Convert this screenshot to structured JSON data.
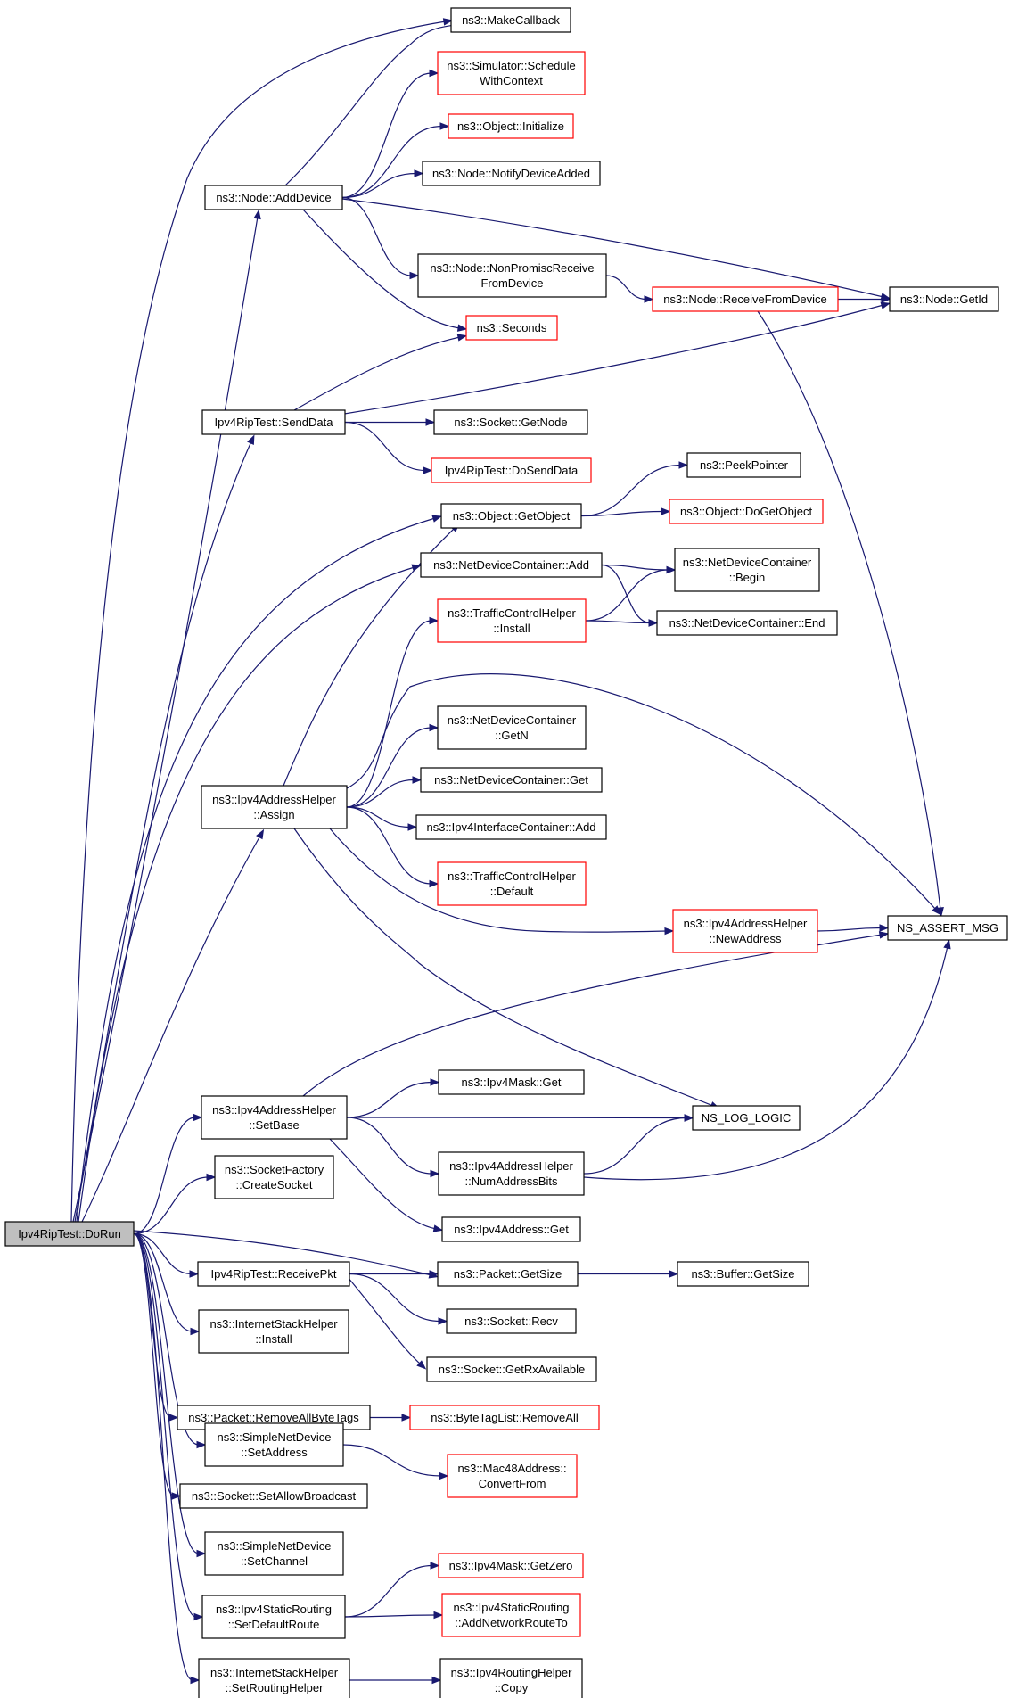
{
  "graph": {
    "root": "Ipv4RipTest::DoRun",
    "nodes": {
      "dorun": {
        "lines": [
          "Ipv4RipTest::DoRun"
        ],
        "style": "root"
      },
      "makecallback": {
        "lines": [
          "ns3::MakeCallback"
        ],
        "style": "black"
      },
      "schedule": {
        "lines": [
          "ns3::Simulator::Schedule",
          "WithContext"
        ],
        "style": "red"
      },
      "initialize": {
        "lines": [
          "ns3::Object::Initialize"
        ],
        "style": "red"
      },
      "notifydev": {
        "lines": [
          "ns3::Node::NotifyDeviceAdded"
        ],
        "style": "black"
      },
      "adddevice": {
        "lines": [
          "ns3::Node::AddDevice"
        ],
        "style": "black"
      },
      "nonpromisc": {
        "lines": [
          "ns3::Node::NonPromiscReceive",
          "FromDevice"
        ],
        "style": "black"
      },
      "recvfromdev": {
        "lines": [
          "ns3::Node::ReceiveFromDevice"
        ],
        "style": "red"
      },
      "getid": {
        "lines": [
          "ns3::Node::GetId"
        ],
        "style": "black"
      },
      "seconds": {
        "lines": [
          "ns3::Seconds"
        ],
        "style": "red"
      },
      "senddata": {
        "lines": [
          "Ipv4RipTest::SendData"
        ],
        "style": "black"
      },
      "sockgetnode": {
        "lines": [
          "ns3::Socket::GetNode"
        ],
        "style": "black"
      },
      "dosenddata": {
        "lines": [
          "Ipv4RipTest::DoSendData"
        ],
        "style": "red"
      },
      "peekpointer": {
        "lines": [
          "ns3::PeekPointer"
        ],
        "style": "black"
      },
      "getobject": {
        "lines": [
          "ns3::Object::GetObject"
        ],
        "style": "black"
      },
      "dogetobject": {
        "lines": [
          "ns3::Object::DoGetObject"
        ],
        "style": "red"
      },
      "ndcadd": {
        "lines": [
          "ns3::NetDeviceContainer::Add"
        ],
        "style": "black"
      },
      "ndcbegin": {
        "lines": [
          "ns3::NetDeviceContainer",
          "::Begin"
        ],
        "style": "black"
      },
      "tchinstall": {
        "lines": [
          "ns3::TrafficControlHelper",
          "::Install"
        ],
        "style": "red"
      },
      "ndcend": {
        "lines": [
          "ns3::NetDeviceContainer::End"
        ],
        "style": "black"
      },
      "ndcgetn": {
        "lines": [
          "ns3::NetDeviceContainer",
          "::GetN"
        ],
        "style": "black"
      },
      "assign": {
        "lines": [
          "ns3::Ipv4AddressHelper",
          "::Assign"
        ],
        "style": "black"
      },
      "ndcget": {
        "lines": [
          "ns3::NetDeviceContainer::Get"
        ],
        "style": "black"
      },
      "iicadd": {
        "lines": [
          "ns3::Ipv4InterfaceContainer::Add"
        ],
        "style": "black"
      },
      "tchdefault": {
        "lines": [
          "ns3::TrafficControlHelper",
          "::Default"
        ],
        "style": "red"
      },
      "newaddress": {
        "lines": [
          "ns3::Ipv4AddressHelper",
          "::NewAddress"
        ],
        "style": "red"
      },
      "assertmsg": {
        "lines": [
          "NS_ASSERT_MSG"
        ],
        "style": "black"
      },
      "maskget": {
        "lines": [
          "ns3::Ipv4Mask::Get"
        ],
        "style": "black"
      },
      "setbase": {
        "lines": [
          "ns3::Ipv4AddressHelper",
          "::SetBase"
        ],
        "style": "black"
      },
      "loglogic": {
        "lines": [
          "NS_LOG_LOGIC"
        ],
        "style": "black"
      },
      "sockfactory": {
        "lines": [
          "ns3::SocketFactory",
          "::CreateSocket"
        ],
        "style": "black"
      },
      "numaddrbits": {
        "lines": [
          "ns3::Ipv4AddressHelper",
          "::NumAddressBits"
        ],
        "style": "black"
      },
      "addrget": {
        "lines": [
          "ns3::Ipv4Address::Get"
        ],
        "style": "black"
      },
      "receivepkt": {
        "lines": [
          "Ipv4RipTest::ReceivePkt"
        ],
        "style": "black"
      },
      "pktgetsize": {
        "lines": [
          "ns3::Packet::GetSize"
        ],
        "style": "black"
      },
      "bufgetsize": {
        "lines": [
          "ns3::Buffer::GetSize"
        ],
        "style": "black"
      },
      "sockrecv": {
        "lines": [
          "ns3::Socket::Recv"
        ],
        "style": "black"
      },
      "ishinstall": {
        "lines": [
          "ns3::InternetStackHelper",
          "::Install"
        ],
        "style": "black"
      },
      "getrxavail": {
        "lines": [
          "ns3::Socket::GetRxAvailable"
        ],
        "style": "black"
      },
      "removebytetags": {
        "lines": [
          "ns3::Packet::RemoveAllByteTags"
        ],
        "style": "black"
      },
      "btlremoveall": {
        "lines": [
          "ns3::ByteTagList::RemoveAll"
        ],
        "style": "red"
      },
      "snsetaddress": {
        "lines": [
          "ns3::SimpleNetDevice",
          "::SetAddress"
        ],
        "style": "black"
      },
      "convertfrom": {
        "lines": [
          "ns3::Mac48Address::",
          "ConvertFrom"
        ],
        "style": "red"
      },
      "setallowbc": {
        "lines": [
          "ns3::Socket::SetAllowBroadcast"
        ],
        "style": "black"
      },
      "snsetchannel": {
        "lines": [
          "ns3::SimpleNetDevice",
          "::SetChannel"
        ],
        "style": "black"
      },
      "getzero": {
        "lines": [
          "ns3::Ipv4Mask::GetZero"
        ],
        "style": "red"
      },
      "setdefroute": {
        "lines": [
          "ns3::Ipv4StaticRouting",
          "::SetDefaultRoute"
        ],
        "style": "black"
      },
      "addnetroute": {
        "lines": [
          "ns3::Ipv4StaticRouting",
          "::AddNetworkRouteTo"
        ],
        "style": "red"
      },
      "setroutinghelper": {
        "lines": [
          "ns3::InternetStackHelper",
          "::SetRoutingHelper"
        ],
        "style": "black"
      },
      "rhcopy": {
        "lines": [
          "ns3::Ipv4RoutingHelper",
          "::Copy"
        ],
        "style": "black"
      }
    },
    "edges": [
      [
        "dorun",
        "makecallback"
      ],
      [
        "dorun",
        "adddevice"
      ],
      [
        "dorun",
        "senddata"
      ],
      [
        "dorun",
        "getobject"
      ],
      [
        "dorun",
        "ndcadd"
      ],
      [
        "dorun",
        "assign"
      ],
      [
        "dorun",
        "setbase"
      ],
      [
        "dorun",
        "sockfactory"
      ],
      [
        "dorun",
        "pktgetsize"
      ],
      [
        "dorun",
        "receivepkt"
      ],
      [
        "dorun",
        "ishinstall"
      ],
      [
        "dorun",
        "removebytetags"
      ],
      [
        "dorun",
        "snsetaddress"
      ],
      [
        "dorun",
        "setallowbc"
      ],
      [
        "dorun",
        "snsetchannel"
      ],
      [
        "dorun",
        "setdefroute"
      ],
      [
        "dorun",
        "setroutinghelper"
      ],
      [
        "adddevice",
        "makecallback"
      ],
      [
        "adddevice",
        "schedule"
      ],
      [
        "adddevice",
        "initialize"
      ],
      [
        "adddevice",
        "notifydev"
      ],
      [
        "adddevice",
        "nonpromisc"
      ],
      [
        "adddevice",
        "getid"
      ],
      [
        "adddevice",
        "seconds"
      ],
      [
        "nonpromisc",
        "recvfromdev"
      ],
      [
        "recvfromdev",
        "getid"
      ],
      [
        "recvfromdev",
        "assertmsg"
      ],
      [
        "senddata",
        "seconds"
      ],
      [
        "senddata",
        "getid"
      ],
      [
        "senddata",
        "sockgetnode"
      ],
      [
        "senddata",
        "dosenddata"
      ],
      [
        "getobject",
        "peekpointer"
      ],
      [
        "getobject",
        "dogetobject"
      ],
      [
        "ndcadd",
        "ndcbegin"
      ],
      [
        "ndcadd",
        "ndcend"
      ],
      [
        "tchinstall",
        "ndcbegin"
      ],
      [
        "tchinstall",
        "ndcend"
      ],
      [
        "assign",
        "getobject"
      ],
      [
        "assign",
        "tchinstall"
      ],
      [
        "assign",
        "assertmsg"
      ],
      [
        "assign",
        "ndcgetn"
      ],
      [
        "assign",
        "ndcget"
      ],
      [
        "assign",
        "iicadd"
      ],
      [
        "assign",
        "tchdefault"
      ],
      [
        "assign",
        "newaddress"
      ],
      [
        "assign",
        "loglogic"
      ],
      [
        "newaddress",
        "assertmsg"
      ],
      [
        "setbase",
        "assertmsg"
      ],
      [
        "setbase",
        "maskget"
      ],
      [
        "setbase",
        "loglogic"
      ],
      [
        "setbase",
        "numaddrbits"
      ],
      [
        "setbase",
        "addrget"
      ],
      [
        "numaddrbits",
        "loglogic"
      ],
      [
        "numaddrbits",
        "assertmsg"
      ],
      [
        "receivepkt",
        "pktgetsize"
      ],
      [
        "receivepkt",
        "sockrecv"
      ],
      [
        "receivepkt",
        "getrxavail"
      ],
      [
        "pktgetsize",
        "bufgetsize"
      ],
      [
        "removebytetags",
        "btlremoveall"
      ],
      [
        "snsetaddress",
        "convertfrom"
      ],
      [
        "setdefroute",
        "getzero"
      ],
      [
        "setdefroute",
        "addnetroute"
      ],
      [
        "setroutinghelper",
        "rhcopy"
      ]
    ]
  }
}
